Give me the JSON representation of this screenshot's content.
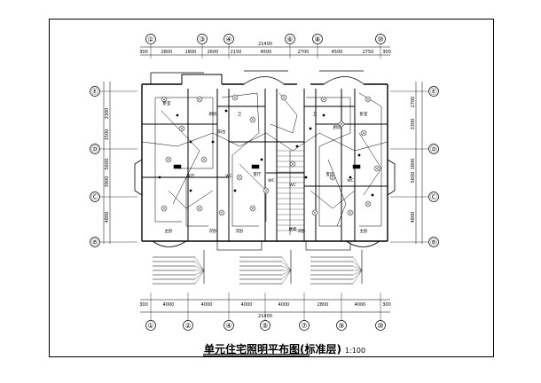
{
  "title": "单元住宅照明平布图(标准层)",
  "scale": "1:100",
  "axes_top": [
    "①",
    "③",
    "④",
    "⑥",
    "⑧",
    "⑩"
  ],
  "axes_bottom": [
    "①",
    "②",
    "④",
    "⑤",
    "⑦",
    "⑨",
    "⑩"
  ],
  "axes_rows": [
    "Ⓔ",
    "Ⓓ",
    "Ⓒ",
    "Ⓑ"
  ],
  "dims_top": [
    "300",
    "2800",
    "1800",
    "2600",
    "2150",
    "4500",
    "2700",
    "4500",
    "2750",
    "300"
  ],
  "dims_top_total": "21400",
  "dims_bottom": [
    "300",
    "4000",
    "4000",
    "4000",
    "4000",
    "2800",
    "4000",
    "300"
  ],
  "dims_bottom_total": "21400",
  "dims_left": [
    "3300",
    "1500",
    "5600",
    "3900",
    "4800"
  ],
  "dims_right": [
    "2700",
    "3300",
    "1800",
    "5600",
    "4800"
  ],
  "room_labels": [
    "卧室",
    "厨房",
    "客厅",
    "主卧",
    "次卧",
    "卫",
    "阳台",
    "楼梯"
  ],
  "wc_label": "WC"
}
